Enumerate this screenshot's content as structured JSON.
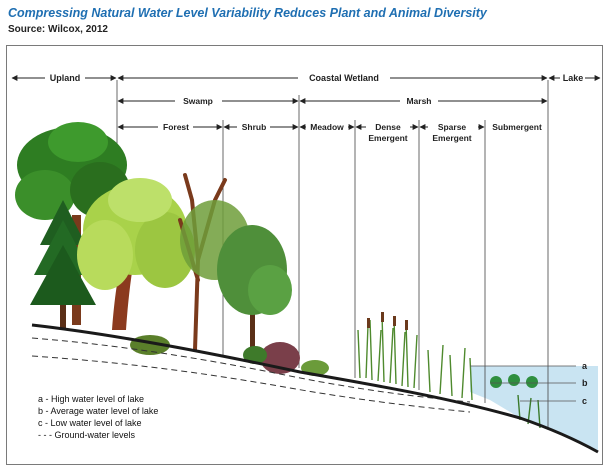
{
  "title": "Compressing Natural Water Level Variability Reduces Plant and Animal Diversity",
  "source": "Source: Wilcox, 2012",
  "zones": {
    "upland": "Upland",
    "coastal_wetland": "Coastal Wetland",
    "lake": "Lake",
    "swamp": "Swamp",
    "marsh": "Marsh",
    "forest": "Forest",
    "shrub": "Shrub",
    "meadow": "Meadow",
    "dense_emergent_1": "Dense",
    "dense_emergent_2": "Emergent",
    "sparse_emergent_1": "Sparse",
    "sparse_emergent_2": "Emergent",
    "submergent": "Submergent"
  },
  "water_levels": {
    "a": "a",
    "b": "b",
    "c": "c"
  },
  "legend": [
    "a - High water level of lake",
    "b - Average water level of lake",
    "c - Low water level of lake",
    "- - - Ground-water levels"
  ],
  "colors": {
    "title": "#1f6fb2",
    "dark_green": "#2e7d22",
    "light_green": "#a9d24a",
    "trunk": "#7a3a1c",
    "water": "#c9e4f2",
    "ground": "#1a1a1a"
  }
}
